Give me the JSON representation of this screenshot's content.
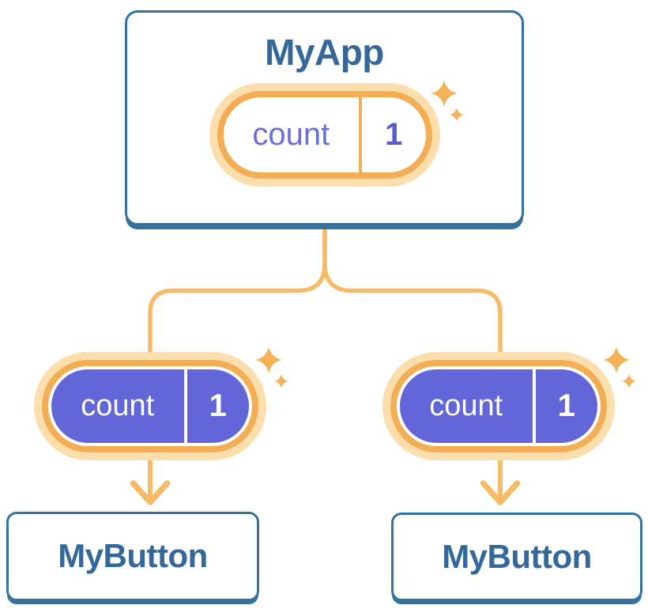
{
  "tree": {
    "root": {
      "name": "MyApp",
      "state_pill": {
        "label": "count",
        "value": "1"
      }
    },
    "children": [
      {
        "name": "MyButton",
        "prop_pill": {
          "label": "count",
          "value": "1"
        }
      },
      {
        "name": "MyButton",
        "prop_pill": {
          "label": "count",
          "value": "1"
        }
      }
    ]
  },
  "colors": {
    "card_border_blue": "#33719F",
    "title_blue": "#35689A",
    "pill_ring_orange": "#F3AD55",
    "pill_glow_orange": "#FCDEAC",
    "connector_orange": "#F6BB66",
    "sparkle_orange": "#F5B155",
    "pill_purple_fill": "#6366D9",
    "pill_label_purple": "#6B6FDB",
    "pill_value_purple": "#575CCE"
  },
  "icons": {
    "sparkle": "sparkle-icon"
  }
}
